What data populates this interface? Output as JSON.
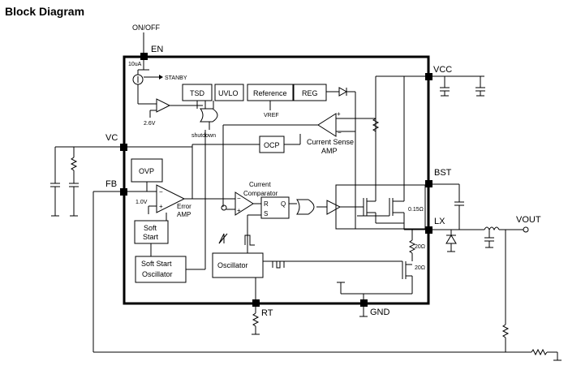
{
  "title": "Block Diagram",
  "pins": {
    "en_signal": "ON/OFF",
    "en": "EN",
    "vcc": "VCC",
    "vc": "VC",
    "fb": "FB",
    "bst": "BST",
    "lx": "LX",
    "vout": "VOUT",
    "rt": "RT",
    "gnd": "GND"
  },
  "blocks": {
    "tsd": "TSD",
    "uvlo": "UVLO",
    "reference": "Reference",
    "reg": "REG",
    "ocp": "OCP",
    "ovp": "OVP",
    "soft_start_line1": "Soft",
    "soft_start_line2": "Start",
    "ss_osc_line1": "Soft Start",
    "ss_osc_line2": "Oscillator",
    "oscillator": "Oscillator",
    "latch_r": "R",
    "latch_s": "S",
    "latch_q": "Q"
  },
  "labels": {
    "current_source": "10uA",
    "standby": "STANBY",
    "threshold": "2.6V",
    "shutdown": "shutdown",
    "vref": "VREF",
    "cs_amp_line1": "Current Sense",
    "cs_amp_line2": "AMP",
    "comparator_line1": "Current",
    "comparator_line2": "Comparator",
    "vref_fb": "1.0V",
    "error_amp_line1": "Error",
    "error_amp_line2": "AMP",
    "r_on_high": "0.15Ω",
    "r_sense": "20Ω",
    "r_low": "20Ω",
    "plus": "+",
    "minus": "−"
  }
}
